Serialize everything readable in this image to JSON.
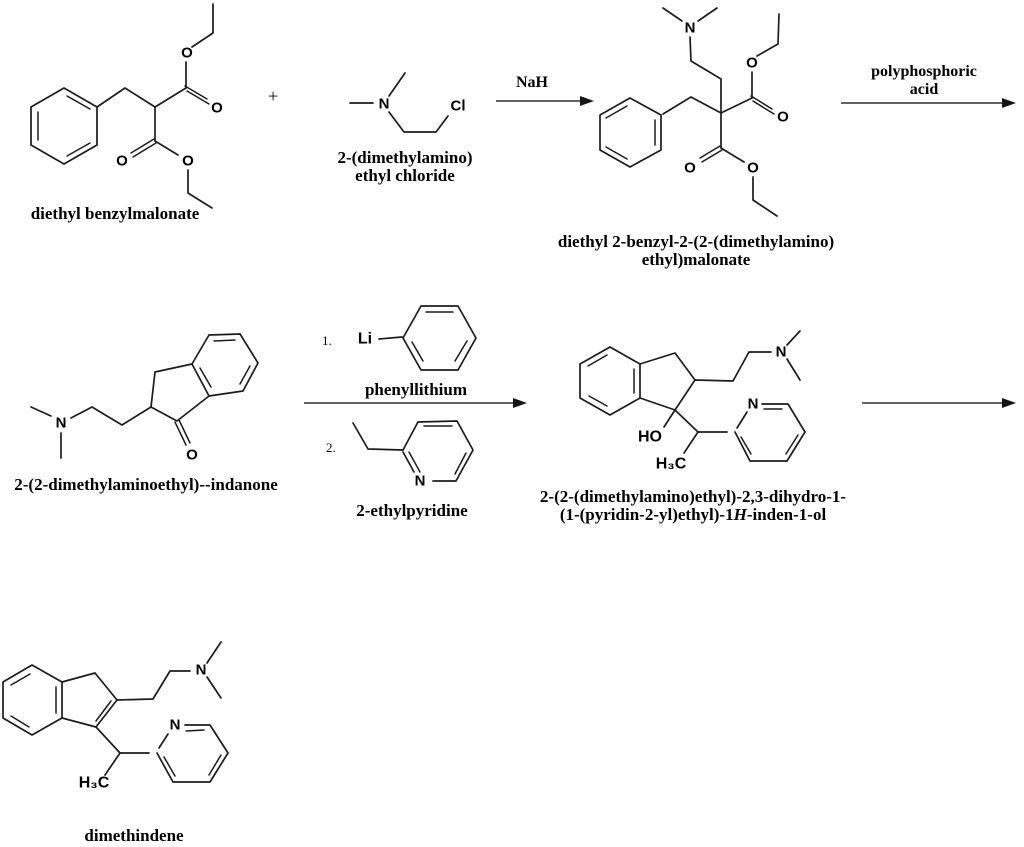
{
  "scheme": {
    "plus": "+",
    "atoms": {
      "O": "O",
      "N": "N",
      "Cl": "Cl",
      "Li": "Li",
      "HO": "HO",
      "H3C": "H₃C"
    },
    "reagents": {
      "nah": "NaH",
      "ppa_line1": "polyphosphoric",
      "ppa_line2": "acid",
      "step1": "1.",
      "step2": "2."
    },
    "compounds": {
      "benzylmalonate": "diethyl benzylmalonate",
      "aminochloride_line1": "2-(dimethylamino)",
      "aminochloride_line2": "ethyl chloride",
      "malonate_line1": "diethyl 2-benzyl-2-(2-(dimethylamino)",
      "malonate_line2": "ethyl)malonate",
      "indanone": "2-(2-dimethylaminoethyl)--indanone",
      "phenyllithium": "phenyllithium",
      "ethylpyridine": "2-ethylpyridine",
      "indenol_line1": "2-(2-(dimethylamino)ethyl)-2,3-dihydro-1-",
      "indenol_line2_pre": "(1-(pyridin-2-yl)ethyl)-1",
      "indenol_line2_italic": "H",
      "indenol_line2_post": "-inden-1-ol",
      "dimethindene": "dimethindene"
    }
  }
}
